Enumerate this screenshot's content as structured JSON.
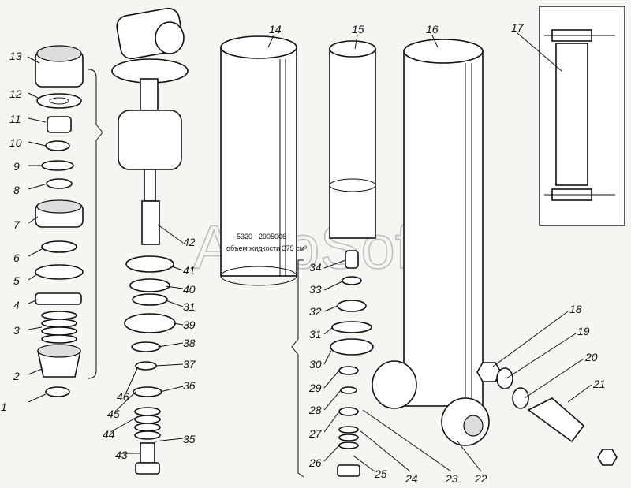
{
  "title": "Exploded view of shock absorber",
  "watermark": "AutoSoft",
  "part_labels": [
    "1",
    "2",
    "3",
    "4",
    "5",
    "6",
    "7",
    "8",
    "9",
    "10",
    "11",
    "12",
    "13",
    "14",
    "15",
    "16",
    "17",
    "18",
    "19",
    "20",
    "21",
    "22",
    "23",
    "24",
    "25",
    "26",
    "27",
    "28",
    "29",
    "30",
    "31",
    "32",
    "33",
    "34",
    "35",
    "36",
    "37",
    "38",
    "39",
    "40",
    "41",
    "42",
    "43",
    "44",
    "45",
    "46"
  ],
  "cylinder_marking": {
    "line1": "5320 - 2905006",
    "line2": "объем жидкости 375 см³"
  }
}
